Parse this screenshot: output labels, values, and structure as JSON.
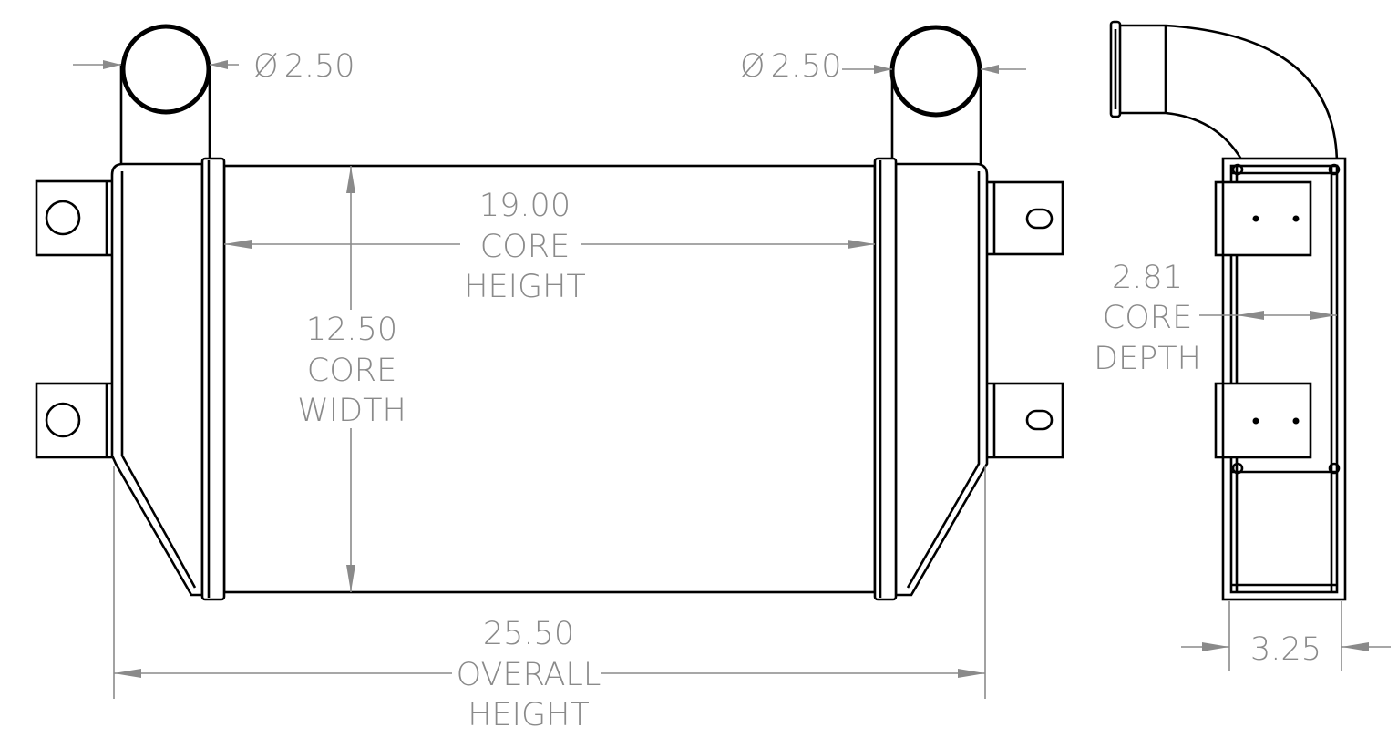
{
  "dimensions": {
    "inlet_left_diameter": "2.50",
    "inlet_right_diameter": "2.50",
    "diameter_symbol": "Ø",
    "core_height_value": "19.00",
    "core_height_line1": "CORE",
    "core_height_line2": "HEIGHT",
    "core_width_value": "12.50",
    "core_width_line1": "CORE",
    "core_width_line2": "WIDTH",
    "overall_value": "25.50",
    "overall_line1": "OVERALL",
    "overall_line2": "HEIGHT",
    "core_depth_value": "2.81",
    "core_depth_line1": "CORE",
    "core_depth_line2": "DEPTH",
    "side_depth_value": "3.25"
  },
  "colors": {
    "outline": "#000000",
    "dimension": "#8a8a8a",
    "background": "#ffffff"
  }
}
